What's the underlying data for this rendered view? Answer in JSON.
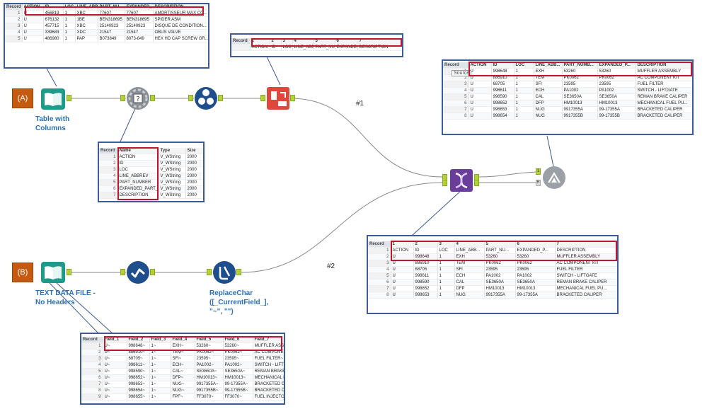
{
  "workflow": {
    "badge_a": "(A)",
    "badge_b": "(B)",
    "input_a_label_1": "Table with",
    "input_a_label_2": "Columns",
    "input_b_label_1": "TEXT DATA FILE -",
    "input_b_label_2": "No Headers",
    "replace_label_1": "ReplaceChar",
    "replace_label_2": "([_CurrentField_],",
    "replace_label_3": "\"~\", \"\")",
    "conn_1": "#1",
    "conn_2": "#2",
    "union_in_1": "1",
    "union_in_r": "R"
  },
  "top_data": {
    "rec": "Record",
    "cols": [
      "ACTION",
      "ID",
      "LOC",
      "LINE_ABB...",
      "PART_NU...",
      "EXPANDED_...",
      "DESCRIPTION"
    ],
    "rows": [
      [
        "1",
        "U",
        "456819",
        "1",
        "XBC",
        "77607",
        "77607",
        "AMORTISSEUR MAX CO..."
      ],
      [
        "2",
        "U",
        "676132",
        "1",
        "1BE",
        "BEN318695",
        "BEN318695",
        "SPIDER ASM"
      ],
      [
        "3",
        "U",
        "457715",
        "1",
        "XBC",
        "25140923",
        "25140923",
        "DISQUE DE CONDITION..."
      ],
      [
        "4",
        "U",
        "339683",
        "1",
        "XDC",
        "21547",
        "21547",
        "OBUS VALVE"
      ],
      [
        "5",
        "U",
        "486980",
        "1",
        "PAP",
        "B073849",
        "8073-849",
        "HEX HD CAP SCREW GR..."
      ]
    ]
  },
  "meta_table": {
    "headers": [
      "Record",
      "Name",
      "Type",
      "Size"
    ],
    "rows": [
      [
        "1",
        "ACTION",
        "V_WString",
        "2000"
      ],
      [
        "2",
        "ID",
        "V_WString",
        "2000"
      ],
      [
        "3",
        "LOC",
        "V_WString",
        "2000"
      ],
      [
        "4",
        "LINE_ABBREV",
        "V_WString",
        "2000"
      ],
      [
        "5",
        "PART_NUMBER",
        "V_WString",
        "2000"
      ],
      [
        "6",
        "EXPANDED_PART_...",
        "V_WString",
        "2000"
      ],
      [
        "7",
        "DESCRIPTION",
        "V_WString",
        "2000"
      ]
    ]
  },
  "transpose_table": {
    "rec": "Record",
    "nums": [
      "1",
      "2",
      "3",
      "4",
      "5",
      "6",
      "7"
    ],
    "names": [
      "ACTION",
      "ID",
      "LOC",
      "LINE_ABB...",
      "PART_NU...",
      "EXPANDE...",
      "DESCRIPTION"
    ]
  },
  "output_table": {
    "rec": "Record",
    "cols": [
      "ACTION",
      "ID",
      "LOC",
      "LINE_ABB...",
      "PART_NUMB...",
      "EXPANDED_P...",
      "DESCRIPTION"
    ],
    "rows": [
      [
        "1",
        "U",
        "998648",
        "1",
        "EXH",
        "53260",
        "53260",
        "MUFFLER ASSEMBLY"
      ],
      [
        "2",
        "U",
        "886910",
        "1",
        "TEM",
        "PK0062",
        "PK0062",
        "AC COMPONENT KIT"
      ],
      [
        "3",
        "U",
        "68705",
        "1",
        "SFI",
        "23595",
        "23595",
        "FUEL FILTER"
      ],
      [
        "4",
        "U",
        "998611",
        "1",
        "ECH",
        "PA1002",
        "PA1002",
        "SWITCH - LIFTGATE"
      ],
      [
        "5",
        "U",
        "998590",
        "1",
        "CAL",
        "SE3650A",
        "SE3650A",
        "REMAN BRAKE CALIPER"
      ],
      [
        "6",
        "U",
        "998652",
        "1",
        "DFP",
        "HM10013",
        "HM10013",
        "MECHANICAL FUEL PU..."
      ],
      [
        "7",
        "U",
        "998653",
        "1",
        "NUG",
        "9917355A",
        "99-17355A",
        "BRACKETED CALIPER"
      ],
      [
        "8",
        "U",
        "998654",
        "1",
        "NUG",
        "9917355B",
        "99-17355B",
        "BRACKETED CALIPER"
      ]
    ],
    "tooltip": "Source"
  },
  "middle_table": {
    "headers": [
      "Record",
      "1",
      "2",
      "3",
      "4",
      "5",
      "6",
      "7"
    ],
    "rows": [
      [
        "1",
        "ACTION",
        "ID",
        "LOC",
        "LINE_ABB...",
        "PART_NU...",
        "EXPANDED_P...",
        "DESCRIPTION"
      ],
      [
        "2",
        "U",
        "998648",
        "1",
        "EXH",
        "53260",
        "53260",
        "MUFFLER ASSEMBLY"
      ],
      [
        "3",
        "U",
        "886910",
        "1",
        "TEM",
        "PK0062",
        "PK0062",
        "AC COMPONENT KIT"
      ],
      [
        "4",
        "U",
        "68705",
        "1",
        "SFI",
        "23595",
        "23595",
        "FUEL FILTER"
      ],
      [
        "5",
        "U",
        "998611",
        "1",
        "ECH",
        "PA1002",
        "PA1002",
        "SWITCH - LIFTGATE"
      ],
      [
        "6",
        "U",
        "998590",
        "1",
        "CAL",
        "SE3650A",
        "SE3650A",
        "REMAN BRAKE CALIPER"
      ],
      [
        "7",
        "U",
        "998652",
        "1",
        "DFP",
        "HM10013",
        "HM10013",
        "MECHANICAL FUEL PU..."
      ],
      [
        "8",
        "U",
        "998653",
        "1",
        "NUG",
        "9917355A",
        "99-17355A",
        "BRACKETED CALIPER"
      ]
    ]
  },
  "bottom_table": {
    "headers": [
      "Record",
      "Field_1",
      "Field_2",
      "Field_3",
      "Field_4",
      "Field_5",
      "Field_6",
      "Field_7"
    ],
    "rows": [
      [
        "1",
        "U~",
        "998648~",
        "1~",
        "EXH~",
        "53260~",
        "53260~",
        "MUFFLER ASSEMBLY"
      ],
      [
        "2",
        "U~",
        "886910~",
        "1~",
        "TEM~",
        "PK0062~",
        "PK0062~",
        "AC COMPONENT KIT"
      ],
      [
        "3",
        "U~",
        "68705~",
        "1~",
        "SFI~",
        "23595~",
        "23595~",
        "FUEL FILTER~"
      ],
      [
        "4",
        "U~",
        "998611~",
        "1~",
        "ECH~",
        "PA1002~",
        "PA1002~",
        "SWITCH - LIFTGATE"
      ],
      [
        "5",
        "U~",
        "998590~",
        "1~",
        "CAL~",
        "SE3650A~",
        "SE3650A~",
        "REMAN BRAKE CALIPER"
      ],
      [
        "6",
        "U~",
        "998652~",
        "1~",
        "DFP~",
        "HM10013~",
        "HM10013~",
        "MECHANICAL FUEL"
      ],
      [
        "7",
        "U~",
        "998653~",
        "1~",
        "NUG~",
        "9917355A~",
        "99-17355A~",
        "BRACKETED CALIPER"
      ],
      [
        "8",
        "U~",
        "998654~",
        "1~",
        "NUG~",
        "9917355B~",
        "99-17355B~",
        "BRACKETED CALIPER"
      ],
      [
        "9",
        "U~",
        "998655~",
        "1~",
        "FPF~",
        "FF3070~",
        "FF3070~",
        "FUEL INJECTOR"
      ]
    ]
  },
  "colors": {
    "panel_border": "#3d5a99",
    "highlight": "#c0152f",
    "badge": "#c55a11",
    "connector": "#b2d235",
    "label_blue": "#2a70b8",
    "input_teal": "#1d9a8a",
    "formula_navy": "#1f4e8c",
    "transpose_red": "#e0473c",
    "join_purple": "#6a3d9a"
  },
  "icons": {
    "input_a": "book-icon",
    "input_b": "book-icon",
    "select": "field-info-icon",
    "record_id": "record-id-icon",
    "transpose": "transpose-icon",
    "join": "dna-join-icon",
    "union": "union-icon",
    "data_cleanse": "check-icon",
    "multi_field": "multi-field-formula-icon"
  }
}
